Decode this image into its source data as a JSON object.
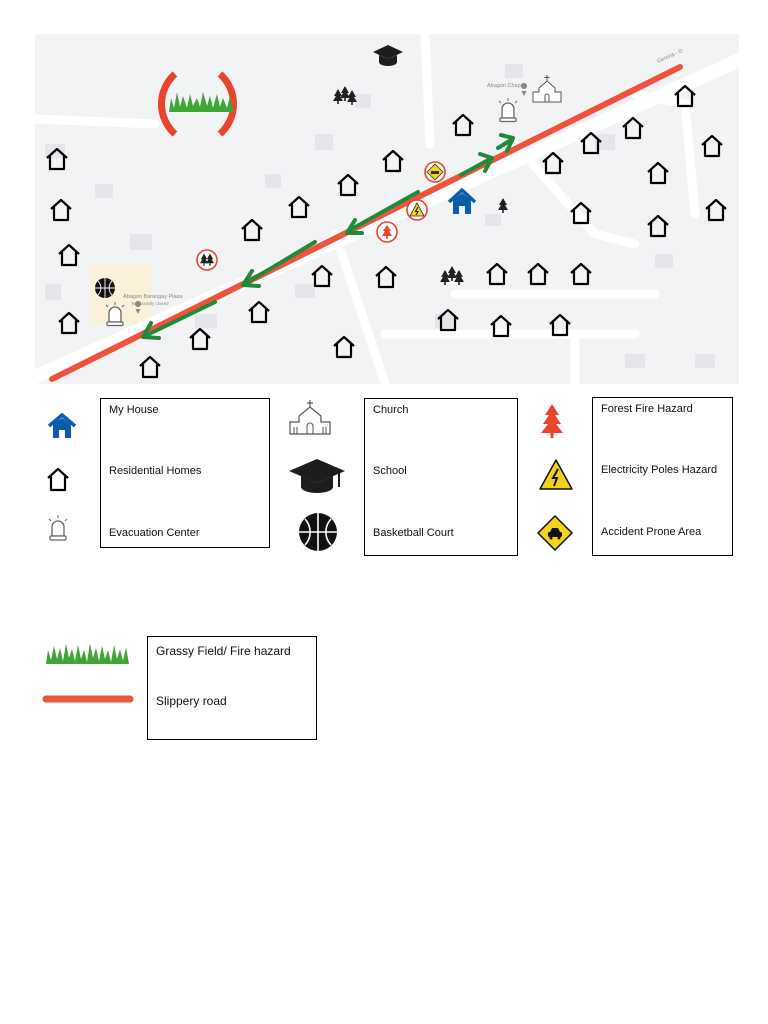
{
  "map": {
    "labels": {
      "road": "Gerona - G",
      "chapel": "Abagon Chapel",
      "plaza": "Abagon Barangay Plaza",
      "plaza_sub": "Temporarily closed"
    }
  },
  "legend": {
    "box1": {
      "my_house": "My House",
      "residential": "Residential Homes",
      "evacuation": "Evacuation Center"
    },
    "box2": {
      "church": "Church",
      "school": "School",
      "basketball": "Basketball Court"
    },
    "box3": {
      "forest_fire": "Forest Fire Hazard",
      "electricity": "Electricity Poles Hazard",
      "accident": "Accident Prone Area"
    },
    "box4": {
      "grassy": "Grassy Field/ Fire hazard",
      "slippery": "Slippery road"
    }
  },
  "colors": {
    "house_blue": "#0b5cad",
    "road_red": "#f0533b",
    "arrow_green": "#1e8a3a",
    "hazard_yellow": "#f3d21b"
  }
}
